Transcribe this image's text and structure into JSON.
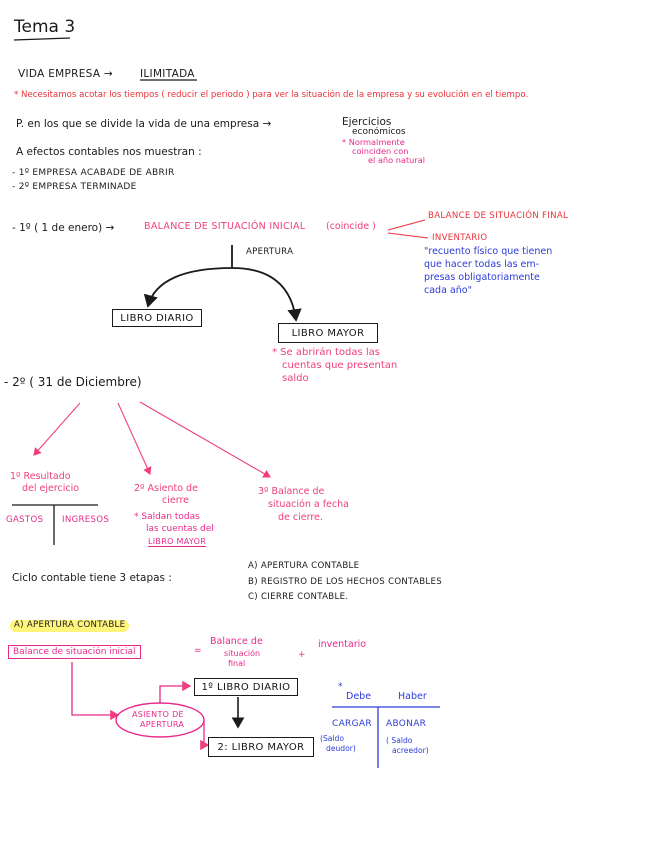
{
  "title": "Tema 3",
  "intro": {
    "vida_empresa": "VIDA EMPRESA →",
    "ilimitada": "ILIMITADA",
    "note": "* Necesitamos  acotar los tiempos ( reducir el periodo ) para ver la situación de la empresa y su evolución en  el tiempo."
  },
  "periodos": {
    "question": "P. en los que se divide la vida de una empresa →",
    "ejercicios": "Ejercicios",
    "economicos": "económicos",
    "note1": "* Normalmente",
    "note2": "coinciden con",
    "note3": "el año natural"
  },
  "efectos": {
    "heading": "A efectos contables nos muestran :",
    "item1": "- 1º EMPRESA ACABADE DE ABRIR",
    "item2": "- 2º EMPRESA TERMINADE"
  },
  "first": {
    "label": "- 1º ( 1 de enero) →",
    "balance": "BALANCE DE SITUACIÓN INICIAL",
    "coincide": "(coincide )",
    "balance_final": "BALANCE DE SITUACIÓN FINAL",
    "inventario": "INVENTARIO",
    "quote1": "\"recuento físico que tienen",
    "quote2": "que hacer todas las em-",
    "quote3": "presas obligatoriamente",
    "quote4": "cada año\"",
    "apertura": "APERTURA",
    "libro_diario": "LIBRO DIARIO",
    "libro_mayor": "LIBRO MAYOR",
    "mayor_note1": "* Se abrirán todas las",
    "mayor_note2": "cuentas que presentan",
    "mayor_note3": "saldo"
  },
  "second": {
    "label": "- 2º ( 31 de Diciembre)",
    "b1_l1": "1º Resultado",
    "b1_l2": "del ejercicio",
    "gastos": "GASTOS",
    "ingresos": "INGRESOS",
    "b2_l1": "2º Asiento de",
    "b2_l2": "cierre",
    "b2_n1": "* Saldan todas",
    "b2_n2": "las cuentas del",
    "b2_n3": "LIBRO MAYOR",
    "b3_l1": "3º Balance de",
    "b3_l2": "situación a fecha",
    "b3_l3": "de cierre."
  },
  "ciclo": {
    "text": "Ciclo contable tiene 3 etapas :",
    "a": "A) APERTURA CONTABLE",
    "b": "B) REGISTRO DE LOS HECHOS CONTABLES",
    "c": "C) CIERRE CONTABLE."
  },
  "apertura": {
    "heading": "A) APERTURA CONTABLE",
    "balance_inicial": "Balance de situación inicial",
    "eq": "=",
    "bf1": "Balance de",
    "bf2": "situación",
    "bf3": "final",
    "plus": "+",
    "inventario": "inventario",
    "asiento1": "ASIENTO DE",
    "asiento2": "APERTURA",
    "libro_diario": "1º LIBRO DIARIO",
    "libro_mayor": "2: LIBRO MAYOR",
    "t_debe": "Debe",
    "t_haber": "Haber",
    "t_star": "*",
    "cargar": "CARGAR",
    "abonar": "ABONAR",
    "saldo_deudor1": "(Saldo",
    "saldo_deudor2": "deudor)",
    "saldo_acreedor1": "( Saldo",
    "saldo_acreedor2": "acreedor)"
  },
  "colors": {
    "ink": "#1a1a1a",
    "red": "#e8323a",
    "pink": "#ef3f7c",
    "magenta": "#e92a8b",
    "blue": "#2c3cd8",
    "highlight": "#fff57a"
  }
}
